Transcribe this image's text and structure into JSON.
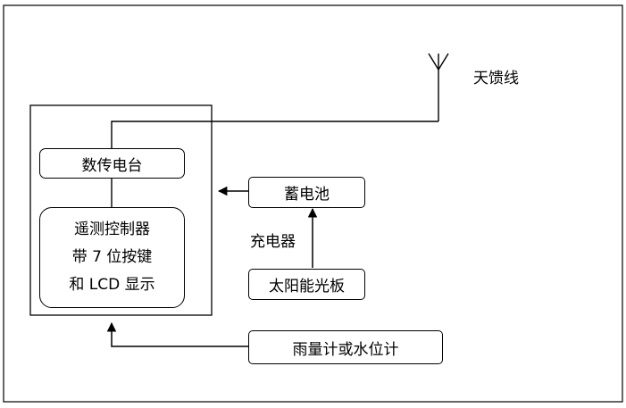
{
  "antenna_label": "天馈线",
  "radio_box": "数传电台",
  "controller_box": {
    "line1": "遥测控制器",
    "line2": "带 7 位按键",
    "line3": "和 LCD 显示"
  },
  "battery_box": "蓄电池",
  "charger_label": "充电器",
  "solar_box": "太阳能光板",
  "gauge_box": "雨量计或水位计"
}
